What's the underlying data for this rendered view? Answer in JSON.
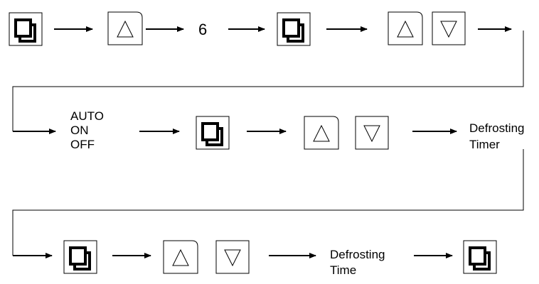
{
  "labels": {
    "step_number": "6",
    "mode_auto": "AUTO",
    "mode_on": "ON",
    "mode_off": "OFF",
    "defrost_timer_line1": "Defrosting",
    "defrost_timer_line2": "Timer",
    "defrost_time_line1": "Defrosting",
    "defrost_time_line2": "Time"
  },
  "icons": {
    "set_key": "copy-squares-icon",
    "up_key": "triangle-up-icon",
    "down_key": "triangle-down-icon",
    "flow_arrow": "arrow-right-icon"
  },
  "colors": {
    "stroke": "#000000",
    "background": "#ffffff"
  }
}
